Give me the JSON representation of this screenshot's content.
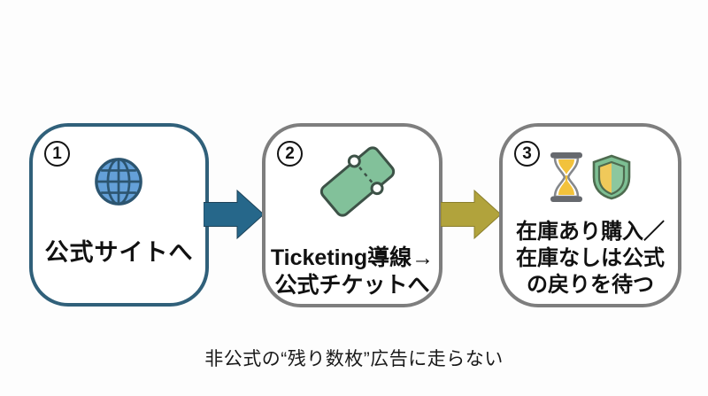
{
  "page": {
    "background": "#fdfdfd"
  },
  "steps": [
    {
      "number": "1",
      "icon": "globe-icon",
      "lines": [
        "公式サイトへ"
      ],
      "border_color": "#30607a"
    },
    {
      "number": "2",
      "icon": "ticket-icon",
      "lines": [
        "Ticketing導線→",
        "公式チケットへ"
      ],
      "border_color": "#7e7e7e"
    },
    {
      "number": "3",
      "icon": "hourglass-icon shield-icon",
      "lines": [
        "在庫あり購入／",
        "在庫なしは公式",
        "の戻りを待つ"
      ],
      "border_color": "#7e7e7e"
    }
  ],
  "arrows": [
    {
      "direction": "right",
      "color": "#26678a",
      "edge_color": "#1d4258"
    },
    {
      "direction": "right",
      "color": "#b1a33c",
      "edge_color": "#8a7e2c"
    }
  ],
  "caption": {
    "text": "非公式の“残り数枚”広告に走らない"
  },
  "colors": {
    "text": "#111111",
    "globe_fill": "#64a0d8",
    "globe_stroke": "#2c5570",
    "ticket_fill": "#82c19a",
    "ticket_stroke": "#3d5247",
    "ticket_notch_fill": "#fdfdfd",
    "hourglass_frame": "#66696e",
    "sand_yellow": "#f2c23c",
    "glass_fill": "#ffffff",
    "shield_ring_green": "#7dbf93",
    "shield_inner_green": "#8cc79e",
    "shield_inner_yellow": "#f0c95a",
    "shield_stroke": "#4e6b4f"
  }
}
